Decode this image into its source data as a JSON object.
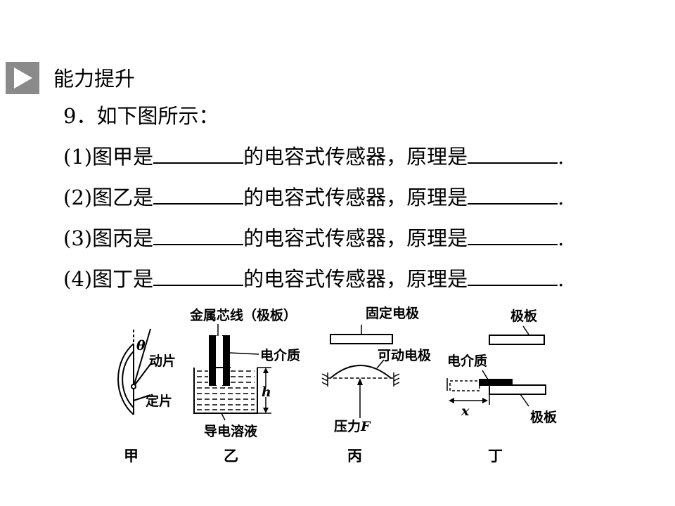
{
  "section": {
    "title": "能力提升"
  },
  "question": {
    "stem": "9．如下图所示：",
    "items": [
      {
        "prefix": "(1)图甲是",
        "middle": "的电容式传感器，原理是",
        "end": "."
      },
      {
        "prefix": "(2)图乙是",
        "middle": "的电容式传感器，原理是",
        "end": "."
      },
      {
        "prefix": "(3)图丙是",
        "middle": "的电容式传感器，原理是",
        "end": "."
      },
      {
        "prefix": "(4)图丁是",
        "middle": "的电容式传感器，原理是",
        "end": "."
      }
    ]
  },
  "figure": {
    "jia": {
      "theta": "θ",
      "moving": "动片",
      "fixed": "定片",
      "caption": "甲"
    },
    "yi": {
      "core": "金属芯线（极板）",
      "dielectric": "电介质",
      "h": "h",
      "solution": "导电溶液",
      "caption": "乙"
    },
    "bing": {
      "fixed": "固定电极",
      "movable": "可动电极",
      "pressure": "压力",
      "F": "F",
      "caption": "丙"
    },
    "ding": {
      "plate_top": "极板",
      "dielectric": "电介质",
      "x": "x",
      "plate_bottom": "极板",
      "caption": "丁"
    }
  }
}
